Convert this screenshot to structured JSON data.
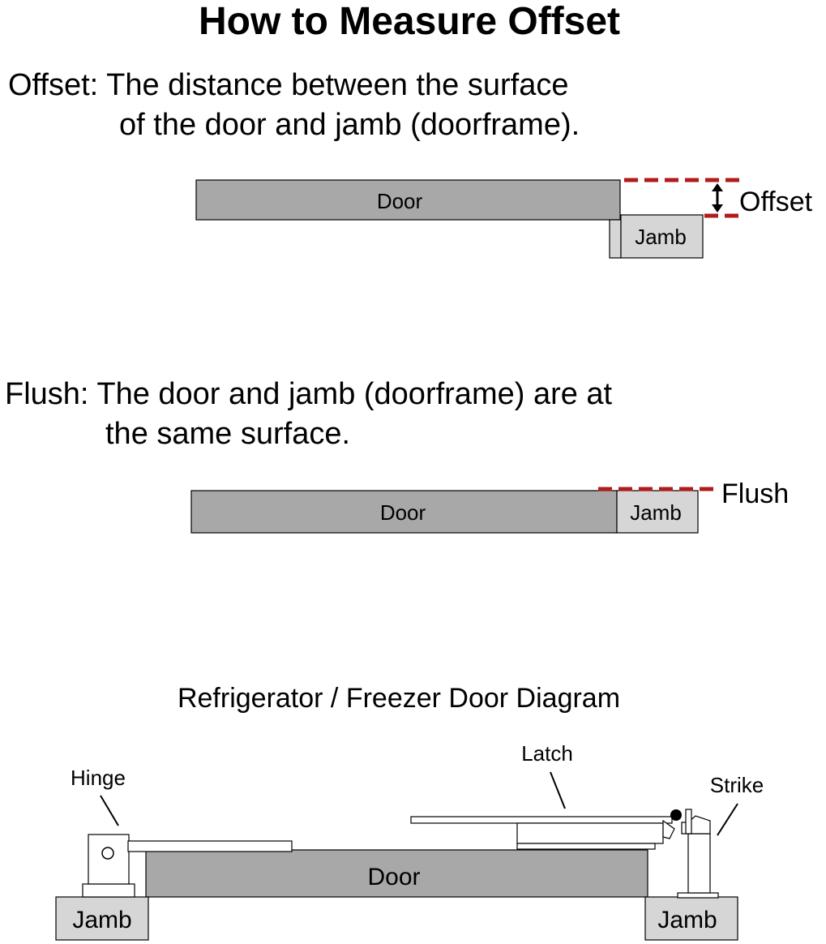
{
  "title": "How to Measure Offset",
  "offset_section": {
    "definition_line1": "Offset: The distance between the surface",
    "definition_line2": "of the door and jamb (doorframe).",
    "door_label": "Door",
    "jamb_label": "Jamb",
    "marker_label": "Offset"
  },
  "flush_section": {
    "definition_line1": "Flush: The door and jamb (doorframe) are at",
    "definition_line2": "the same surface.",
    "door_label": "Door",
    "jamb_label": "Jamb",
    "marker_label": "Flush"
  },
  "fridge_section": {
    "heading": "Refrigerator / Freezer Door Diagram",
    "hinge_label": "Hinge",
    "latch_label": "Latch",
    "strike_label": "Strike",
    "door_label": "Door",
    "left_jamb_label": "Jamb",
    "right_jamb_label": "Jamb"
  },
  "colors": {
    "door_fill": "#a8a8a8",
    "jamb_fill": "#d6d6d6",
    "marker_line": "#b01c1c",
    "outline": "#000000",
    "background": "#ffffff"
  }
}
